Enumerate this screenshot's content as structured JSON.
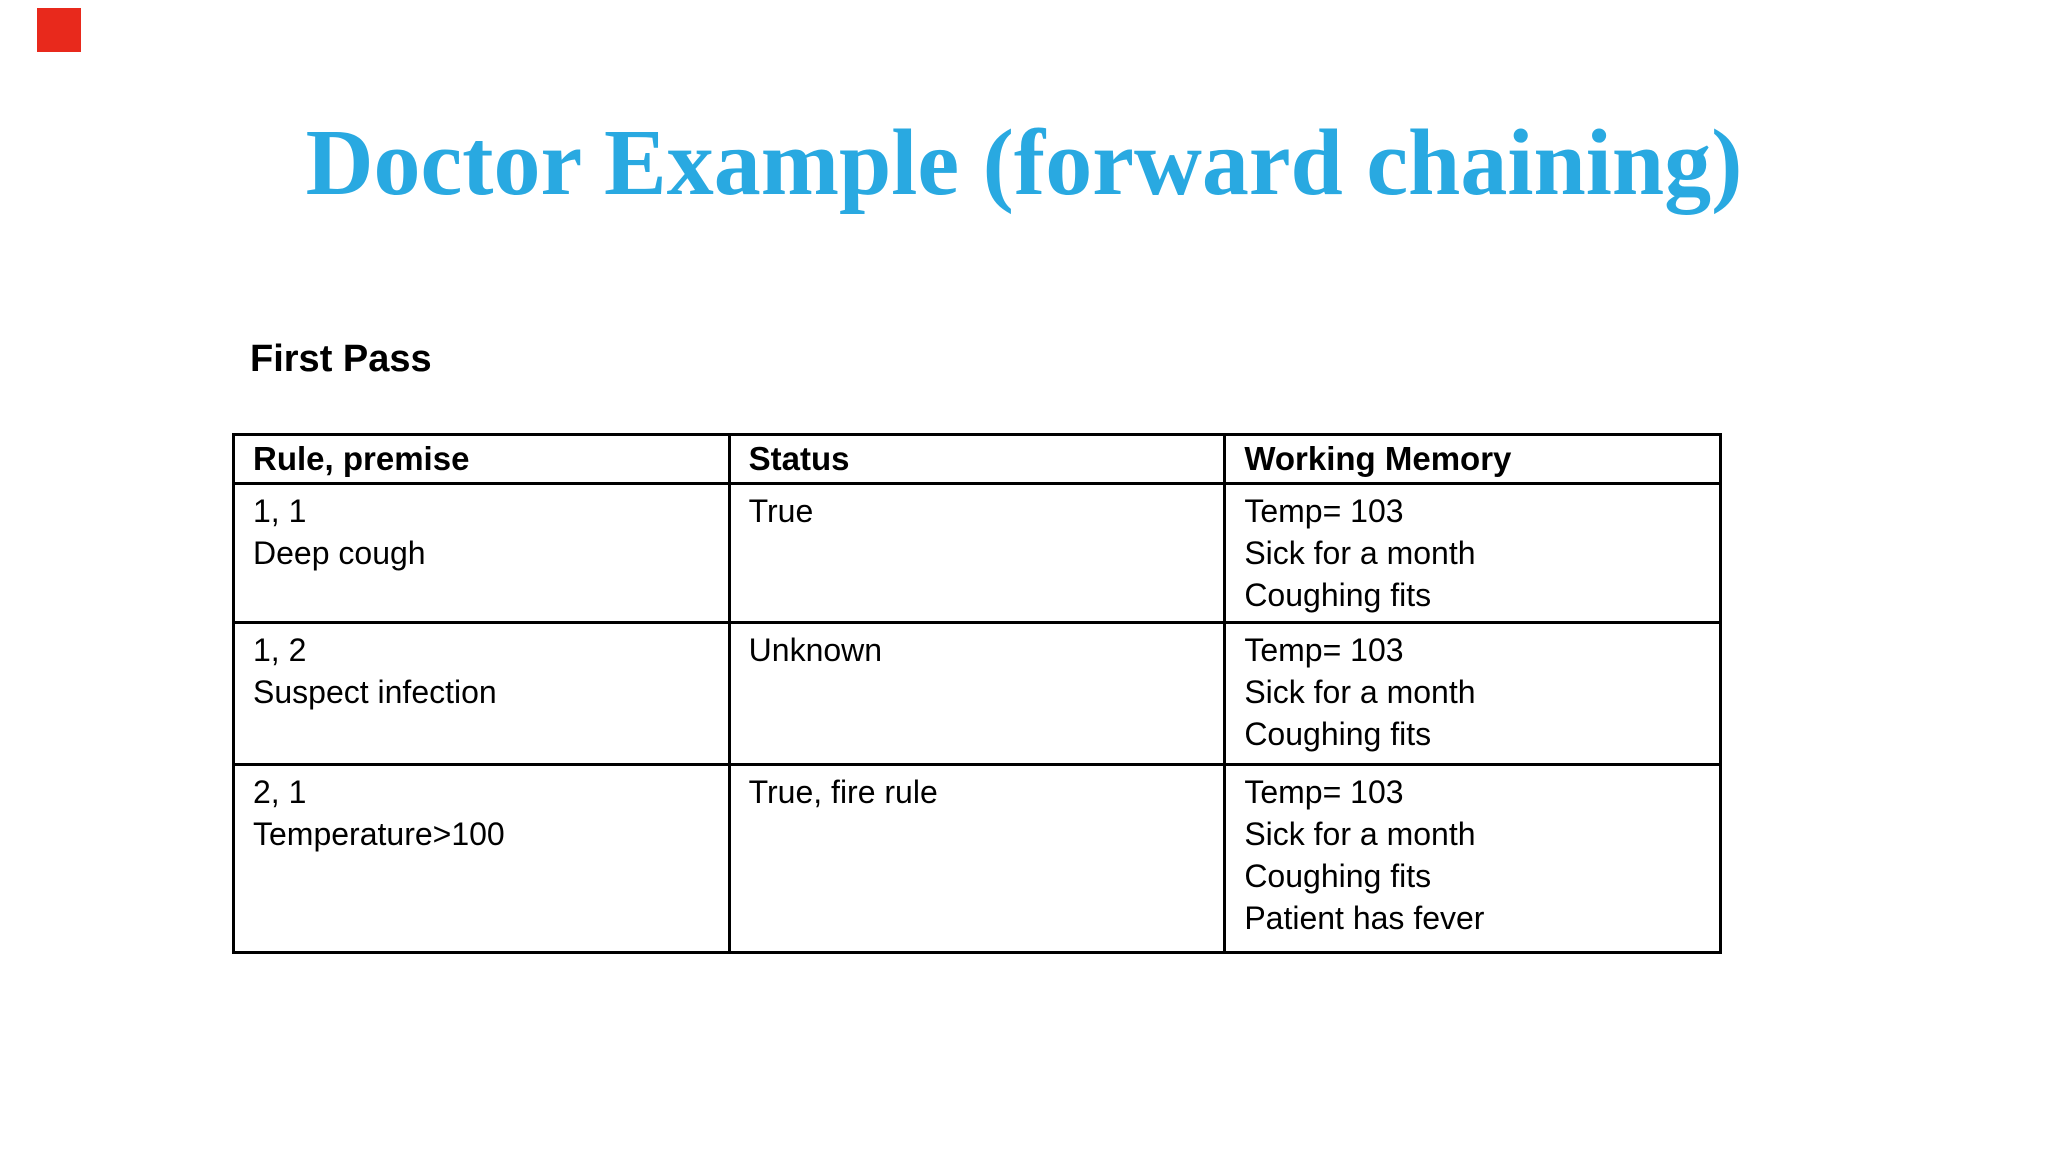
{
  "title": "Doctor Example (forward chaining)",
  "section_heading": "First Pass",
  "table": {
    "headers": [
      "Rule, premise",
      "Status",
      "Working Memory"
    ],
    "rows": [
      {
        "rule_premise": [
          "1, 1",
          "Deep cough"
        ],
        "status": "True",
        "working_memory": [
          "Temp= 103",
          "Sick for a month",
          "Coughing fits"
        ]
      },
      {
        "rule_premise": [
          "1, 2",
          "Suspect infection"
        ],
        "status": "Unknown",
        "working_memory": [
          "Temp= 103",
          "Sick for a month",
          "Coughing fits"
        ]
      },
      {
        "rule_premise": [
          "2, 1",
          "Temperature>100"
        ],
        "status": "True, fire rule",
        "working_memory": [
          "Temp= 103",
          "Sick for a month",
          "Coughing fits",
          "Patient has fever"
        ]
      }
    ]
  },
  "colors": {
    "title_blue": "#29a9e1",
    "text": "#000000",
    "background": "#ffffff",
    "table_border": "#000000",
    "marker_red": "#e8291c"
  }
}
